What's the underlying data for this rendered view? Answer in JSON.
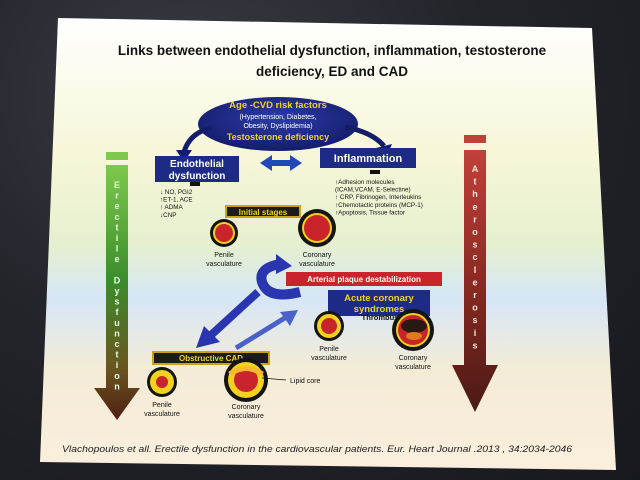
{
  "title_line1": "Links between endothelial dysfunction, inflammation, testosterone",
  "title_line2": "deficiency, ED and CAD",
  "top_oval": {
    "title": "Age -CVD risk factors",
    "line1": "(Hypertension, Diabetes,",
    "line2": "Obesity, Dyslipidemia)",
    "deficiency": "Testosterone deficiency"
  },
  "endothelial": {
    "line1": "Endothelial",
    "line2": "dysfunction",
    "list": [
      "↓ NO, PGI2",
      "↑ET-1, ACE",
      "↑ ADMA",
      "↓CNP"
    ]
  },
  "inflammation": {
    "label": "Inflammation",
    "list": [
      "↑Adhesion molecules",
      "(ICAM,VCAM, E-Selectine)",
      "↑ CRP, Fibrinogen, Interleukins",
      "↑Chemotactic proteins (MCP-1)",
      "↑Apoptosis, Tissue factor"
    ]
  },
  "initial_stages": "Initial stages",
  "penile_vasculature_line1": "Penile",
  "vasculature": "vasculature",
  "coronary": "Coronary",
  "plaque_destabilization": "Arterial plaque destabilization",
  "acute_line1": "Acute coronary",
  "acute_line2": "syndromes",
  "thrombus": "Thrombus",
  "obstructive_cad": "Obstructive CAD",
  "lipid_core": "Lipid core",
  "left_arrow_letters": [
    "E",
    "r",
    "e",
    "c",
    "t",
    "i",
    "l",
    "e",
    "",
    "D",
    "y",
    "s",
    "f",
    "u",
    "n",
    "c",
    "t",
    "i",
    "o",
    "n"
  ],
  "right_arrow_letters": [
    "A",
    "t",
    "h",
    "e",
    "r",
    "o",
    "s",
    "c",
    "l",
    "e",
    "r",
    "o",
    "s",
    "i",
    "s"
  ],
  "citation": "Vlachopoulos et all. Erectile dysfunction in the cardiovascular patients. Eur. Heart Journal .2013 , 34:2034-2046",
  "colors": {
    "navy": "#1d2a86",
    "red": "#c9242b",
    "yellow": "#f2d21c",
    "green": "#6cc24a",
    "darkred": "#7a1f1a"
  }
}
